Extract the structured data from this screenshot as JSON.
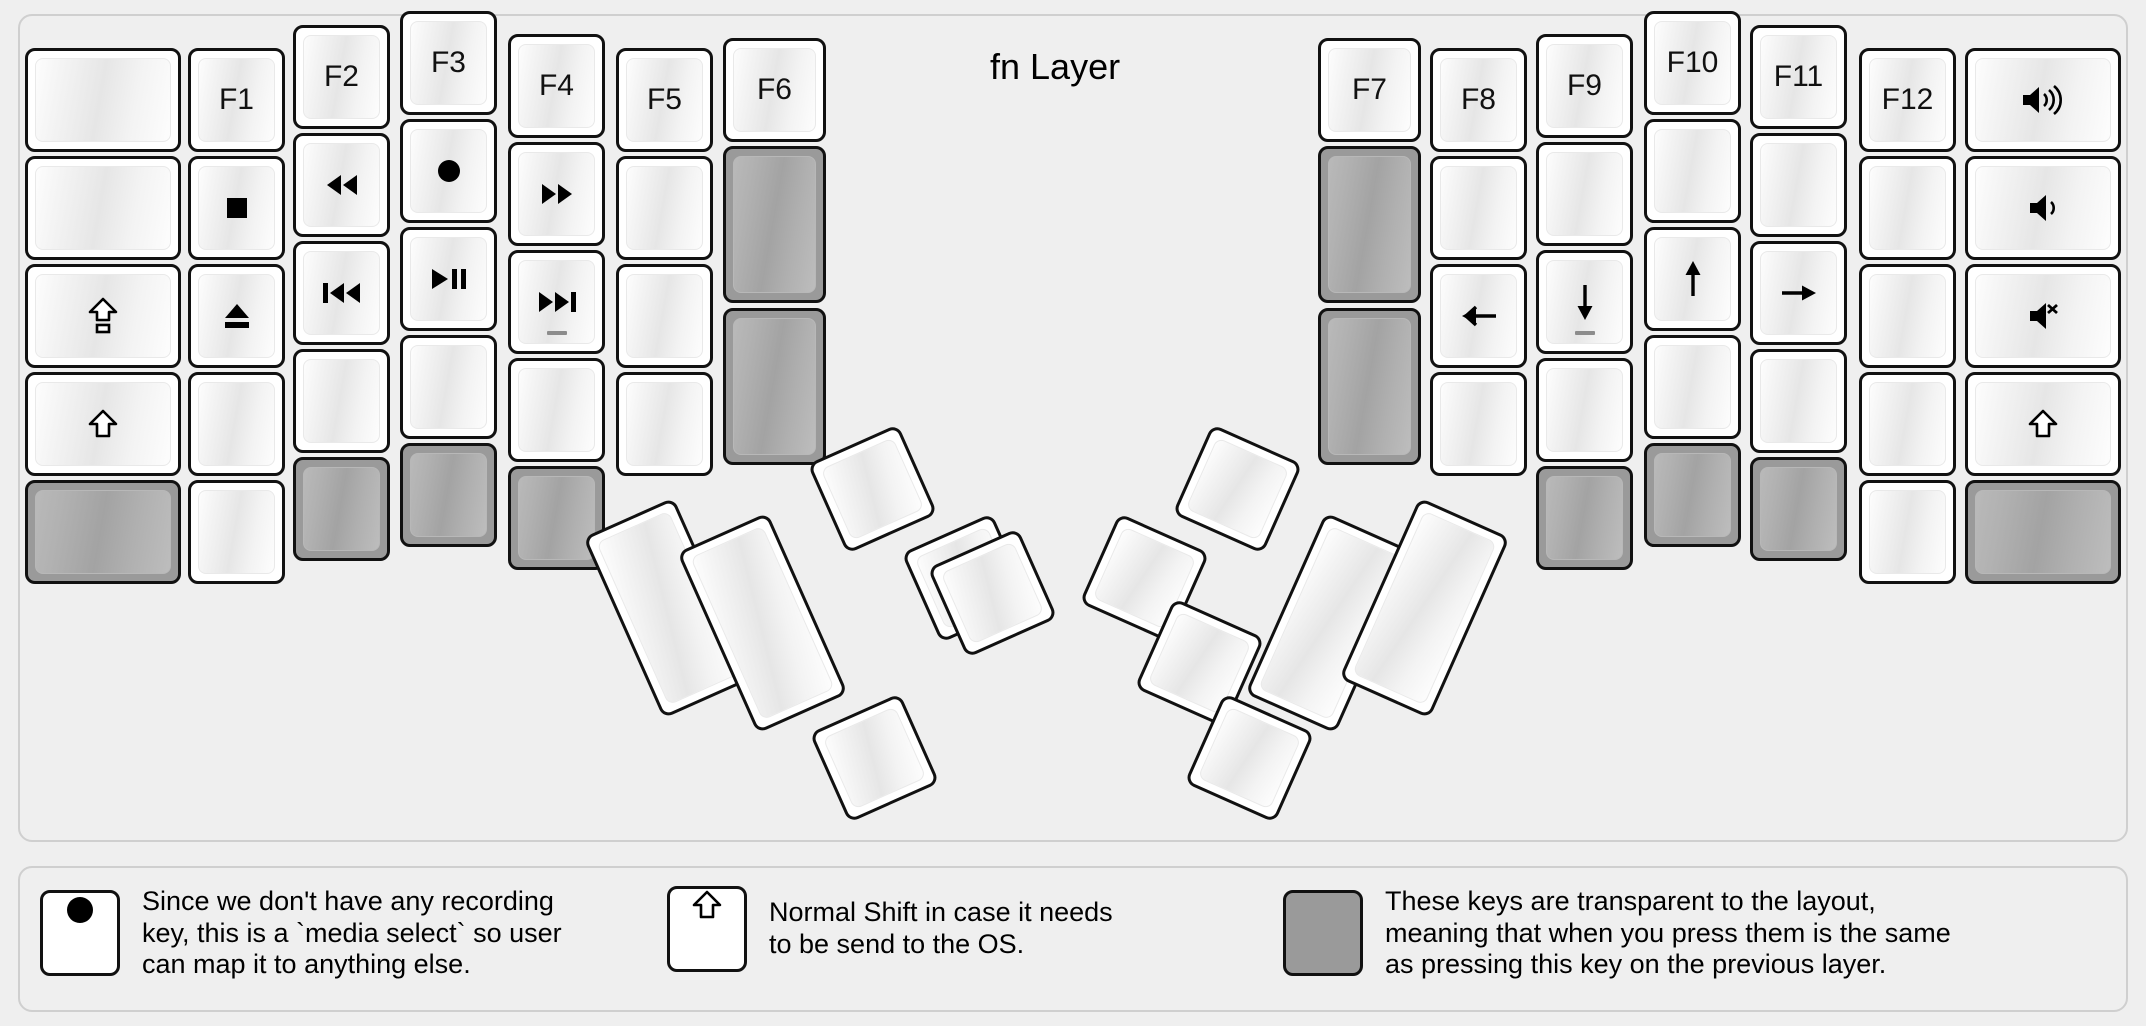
{
  "title": "fn Layer",
  "colors": {
    "background": "#efefef",
    "key_face": "#ffffff",
    "key_border": "#111111",
    "transparent_key": "#9a9a9a",
    "text": "#000000"
  },
  "legend": [
    {
      "icon": "record-dot-icon",
      "variant": "normal",
      "text": "Since we don't have any recording\nkey, this is a `media select` so user\ncan map it to anything else."
    },
    {
      "icon": "shift-arrow-icon",
      "variant": "normal",
      "text": "Normal Shift in case it needs\nto be send to the OS."
    },
    {
      "icon": "",
      "variant": "transparent",
      "text": "These keys are transparent to the layout,\nmeaning that when you press them is the same\nas pressing this key on the previous layer."
    }
  ],
  "left_half": {
    "columns": [
      {
        "name": "pinky-outer-column",
        "keys": [
          {
            "label": "",
            "icon": "",
            "variant": "normal"
          },
          {
            "label": "",
            "icon": "",
            "variant": "normal"
          },
          {
            "label": "",
            "icon": "caps-lock-icon",
            "variant": "normal"
          },
          {
            "label": "",
            "icon": "shift-arrow-icon",
            "variant": "normal"
          },
          {
            "label": "",
            "icon": "",
            "variant": "transparent"
          }
        ]
      },
      {
        "name": "pinky-column",
        "keys": [
          {
            "label": "F1",
            "icon": "",
            "variant": "normal"
          },
          {
            "label": "",
            "icon": "media-stop-icon",
            "variant": "normal"
          },
          {
            "label": "",
            "icon": "eject-icon",
            "variant": "normal"
          },
          {
            "label": "",
            "icon": "",
            "variant": "normal"
          },
          {
            "label": "",
            "icon": "",
            "variant": "normal"
          }
        ]
      },
      {
        "name": "ring-column",
        "keys": [
          {
            "label": "F2",
            "icon": "",
            "variant": "normal"
          },
          {
            "label": "",
            "icon": "media-rewind-icon",
            "variant": "normal"
          },
          {
            "label": "",
            "icon": "media-prev-track-icon",
            "variant": "normal"
          },
          {
            "label": "",
            "icon": "",
            "variant": "normal"
          },
          {
            "label": "",
            "icon": "",
            "variant": "transparent"
          }
        ]
      },
      {
        "name": "middle-column",
        "keys": [
          {
            "label": "F3",
            "icon": "",
            "variant": "normal"
          },
          {
            "label": "",
            "icon": "media-record-icon",
            "variant": "normal"
          },
          {
            "label": "",
            "icon": "media-play-pause-icon",
            "variant": "normal"
          },
          {
            "label": "",
            "icon": "",
            "variant": "normal"
          },
          {
            "label": "",
            "icon": "",
            "variant": "transparent"
          }
        ]
      },
      {
        "name": "index-column",
        "keys": [
          {
            "label": "F4",
            "icon": "",
            "variant": "normal"
          },
          {
            "label": "",
            "icon": "media-fast-forward-icon",
            "variant": "normal"
          },
          {
            "label": "",
            "icon": "media-next-track-icon",
            "variant": "normal",
            "homing": true
          },
          {
            "label": "",
            "icon": "",
            "variant": "normal"
          },
          {
            "label": "",
            "icon": "",
            "variant": "transparent"
          }
        ]
      },
      {
        "name": "index-inner-column",
        "keys": [
          {
            "label": "F5",
            "icon": "",
            "variant": "normal"
          },
          {
            "label": "",
            "icon": "",
            "variant": "normal"
          },
          {
            "label": "",
            "icon": "",
            "variant": "normal"
          },
          {
            "label": "",
            "icon": "",
            "variant": "normal"
          }
        ]
      },
      {
        "name": "inner-column",
        "keys": [
          {
            "label": "F6",
            "icon": "",
            "variant": "normal"
          },
          {
            "label": "",
            "icon": "",
            "variant": "transparent"
          },
          {
            "label": "",
            "icon": "",
            "variant": "transparent"
          }
        ]
      }
    ]
  },
  "right_half": {
    "columns": [
      {
        "name": "inner-column",
        "keys": [
          {
            "label": "F7",
            "icon": "",
            "variant": "normal"
          },
          {
            "label": "",
            "icon": "",
            "variant": "transparent"
          },
          {
            "label": "",
            "icon": "",
            "variant": "transparent"
          }
        ]
      },
      {
        "name": "index-inner-column",
        "keys": [
          {
            "label": "F8",
            "icon": "",
            "variant": "normal"
          },
          {
            "label": "",
            "icon": "",
            "variant": "normal"
          },
          {
            "label": "",
            "icon": "arrow-left-icon",
            "variant": "normal"
          },
          {
            "label": "",
            "icon": "",
            "variant": "normal"
          }
        ]
      },
      {
        "name": "index-column",
        "keys": [
          {
            "label": "F9",
            "icon": "",
            "variant": "normal"
          },
          {
            "label": "",
            "icon": "",
            "variant": "normal"
          },
          {
            "label": "",
            "icon": "arrow-down-icon",
            "variant": "normal",
            "homing": true
          },
          {
            "label": "",
            "icon": "",
            "variant": "normal"
          },
          {
            "label": "",
            "icon": "",
            "variant": "transparent"
          }
        ]
      },
      {
        "name": "middle-column",
        "keys": [
          {
            "label": "F10",
            "icon": "",
            "variant": "normal"
          },
          {
            "label": "",
            "icon": "",
            "variant": "normal"
          },
          {
            "label": "",
            "icon": "arrow-up-icon",
            "variant": "normal"
          },
          {
            "label": "",
            "icon": "",
            "variant": "normal"
          },
          {
            "label": "",
            "icon": "",
            "variant": "transparent"
          }
        ]
      },
      {
        "name": "ring-column",
        "keys": [
          {
            "label": "F11",
            "icon": "",
            "variant": "normal"
          },
          {
            "label": "",
            "icon": "",
            "variant": "normal"
          },
          {
            "label": "",
            "icon": "arrow-right-icon",
            "variant": "normal"
          },
          {
            "label": "",
            "icon": "",
            "variant": "normal"
          },
          {
            "label": "",
            "icon": "",
            "variant": "transparent"
          }
        ]
      },
      {
        "name": "pinky-column",
        "keys": [
          {
            "label": "F12",
            "icon": "",
            "variant": "normal"
          },
          {
            "label": "",
            "icon": "",
            "variant": "normal"
          },
          {
            "label": "",
            "icon": "",
            "variant": "normal"
          },
          {
            "label": "",
            "icon": "",
            "variant": "normal"
          },
          {
            "label": "",
            "icon": "",
            "variant": "normal"
          }
        ]
      },
      {
        "name": "pinky-outer-column",
        "keys": [
          {
            "label": "",
            "icon": "volume-up-icon",
            "variant": "normal"
          },
          {
            "label": "",
            "icon": "volume-down-icon",
            "variant": "normal"
          },
          {
            "label": "",
            "icon": "volume-mute-icon",
            "variant": "normal"
          },
          {
            "label": "",
            "icon": "shift-arrow-icon",
            "variant": "normal"
          },
          {
            "label": "",
            "icon": "",
            "variant": "transparent"
          }
        ]
      }
    ]
  },
  "left_thumb_cluster": {
    "name": "left-thumb-cluster",
    "keys": [
      {
        "label": "",
        "icon": "",
        "variant": "normal",
        "size": "2u"
      },
      {
        "label": "",
        "icon": "",
        "variant": "normal",
        "size": "2u"
      },
      {
        "label": "",
        "icon": "",
        "variant": "normal",
        "size": "1u"
      },
      {
        "label": "",
        "icon": "",
        "variant": "normal",
        "size": "1u"
      },
      {
        "label": "",
        "icon": "",
        "variant": "normal",
        "size": "1u"
      },
      {
        "label": "",
        "icon": "",
        "variant": "normal",
        "size": "1u"
      }
    ]
  },
  "right_thumb_cluster": {
    "name": "right-thumb-cluster",
    "keys": [
      {
        "label": "",
        "icon": "",
        "variant": "normal",
        "size": "1u"
      },
      {
        "label": "",
        "icon": "",
        "variant": "normal",
        "size": "1u"
      },
      {
        "label": "",
        "icon": "",
        "variant": "normal",
        "size": "1u"
      },
      {
        "label": "",
        "icon": "",
        "variant": "normal",
        "size": "1u"
      },
      {
        "label": "",
        "icon": "",
        "variant": "normal",
        "size": "2u"
      },
      {
        "label": "",
        "icon": "",
        "variant": "normal",
        "size": "2u"
      }
    ]
  }
}
